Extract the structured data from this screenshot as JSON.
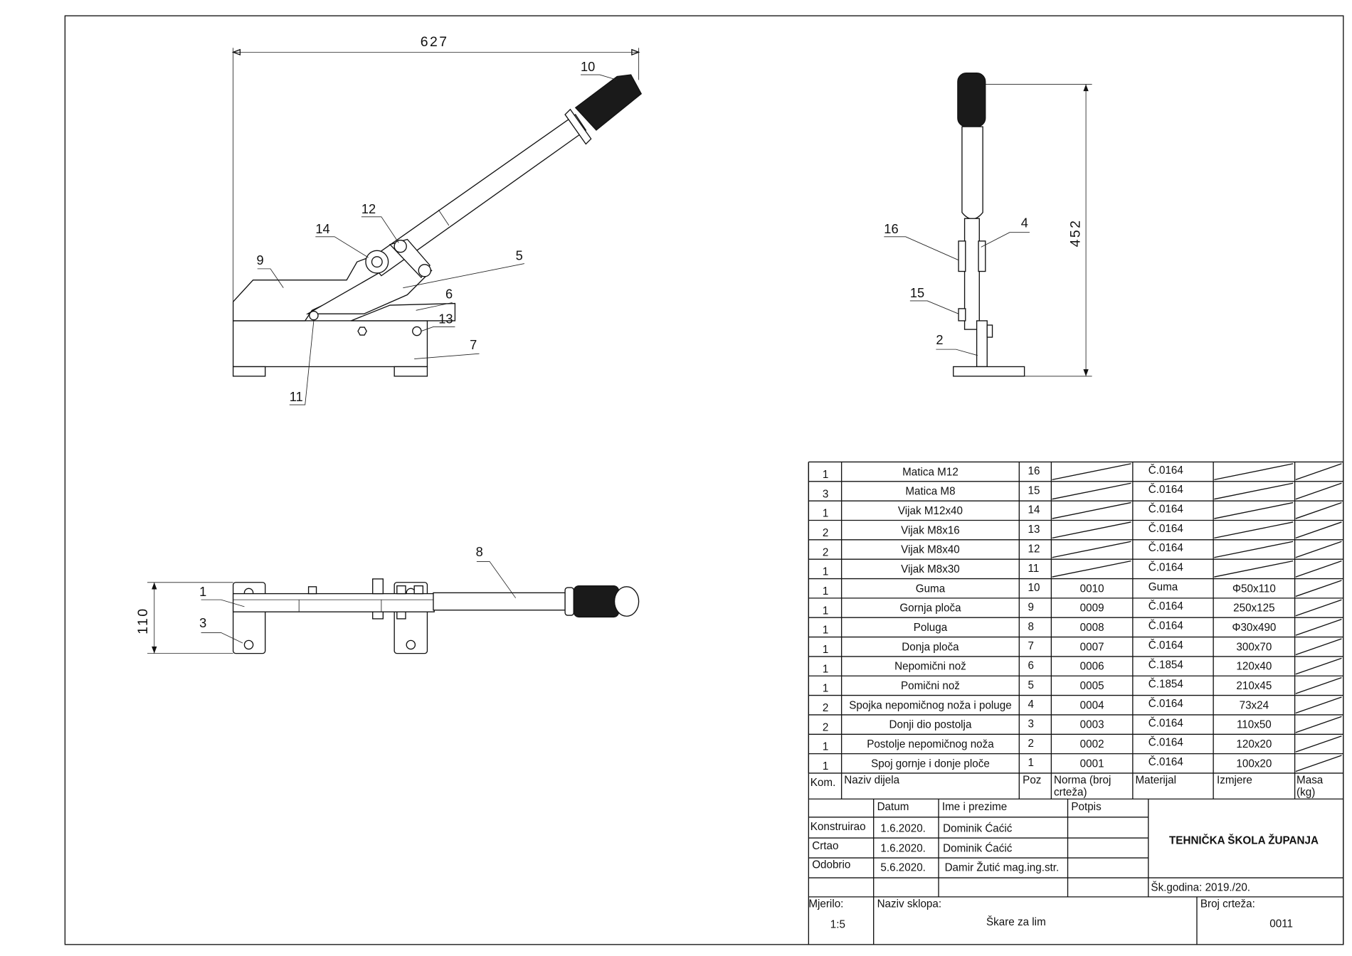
{
  "dimensions": {
    "overall_length": "627",
    "height": "452",
    "width": "110"
  },
  "balloons": [
    "1",
    "2",
    "3",
    "4",
    "5",
    "6",
    "7",
    "8",
    "9",
    "10",
    "11",
    "12",
    "13",
    "14",
    "15",
    "16"
  ],
  "parts_list": {
    "rows": [
      {
        "kom": "1",
        "naziv": "Matica M12",
        "poz": "16",
        "norma": "",
        "materijal": "Č.0164",
        "izmjere": "",
        "masa": ""
      },
      {
        "kom": "3",
        "naziv": "Matica M8",
        "poz": "15",
        "norma": "",
        "materijal": "Č.0164",
        "izmjere": "",
        "masa": ""
      },
      {
        "kom": "1",
        "naziv": "Vijak M12x40",
        "poz": "14",
        "norma": "",
        "materijal": "Č.0164",
        "izmjere": "",
        "masa": ""
      },
      {
        "kom": "2",
        "naziv": "Vijak M8x16",
        "poz": "13",
        "norma": "",
        "materijal": "Č.0164",
        "izmjere": "",
        "masa": ""
      },
      {
        "kom": "2",
        "naziv": "Vijak M8x40",
        "poz": "12",
        "norma": "",
        "materijal": "Č.0164",
        "izmjere": "",
        "masa": ""
      },
      {
        "kom": "1",
        "naziv": "Vijak M8x30",
        "poz": "11",
        "norma": "",
        "materijal": "Č.0164",
        "izmjere": "",
        "masa": ""
      },
      {
        "kom": "1",
        "naziv": "Guma",
        "poz": "10",
        "norma": "0010",
        "materijal": "Guma",
        "izmjere": "Φ50x110",
        "masa": ""
      },
      {
        "kom": "1",
        "naziv": "Gornja ploča",
        "poz": "9",
        "norma": "0009",
        "materijal": "Č.0164",
        "izmjere": "250x125",
        "masa": ""
      },
      {
        "kom": "1",
        "naziv": "Poluga",
        "poz": "8",
        "norma": "0008",
        "materijal": "Č.0164",
        "izmjere": "Φ30x490",
        "masa": ""
      },
      {
        "kom": "1",
        "naziv": "Donja ploča",
        "poz": "7",
        "norma": "0007",
        "materijal": "Č.0164",
        "izmjere": "300x70",
        "masa": ""
      },
      {
        "kom": "1",
        "naziv": "Nepomični nož",
        "poz": "6",
        "norma": "0006",
        "materijal": "Č.1854",
        "izmjere": "120x40",
        "masa": ""
      },
      {
        "kom": "1",
        "naziv": "Pomični nož",
        "poz": "5",
        "norma": "0005",
        "materijal": "Č.1854",
        "izmjere": "210x45",
        "masa": ""
      },
      {
        "kom": "2",
        "naziv": "Spojka nepomičnog noža i poluge",
        "poz": "4",
        "norma": "0004",
        "materijal": "Č.0164",
        "izmjere": "73x24",
        "masa": ""
      },
      {
        "kom": "2",
        "naziv": "Donji dio postolja",
        "poz": "3",
        "norma": "0003",
        "materijal": "Č.0164",
        "izmjere": "110x50",
        "masa": ""
      },
      {
        "kom": "1",
        "naziv": "Postolje nepomičnog noža",
        "poz": "2",
        "norma": "0002",
        "materijal": "Č.0164",
        "izmjere": "120x20",
        "masa": ""
      },
      {
        "kom": "1",
        "naziv": "Spoj gornje i donje ploče",
        "poz": "1",
        "norma": "0001",
        "materijal": "Č.0164",
        "izmjere": "100x20",
        "masa": ""
      }
    ],
    "headers": {
      "kom": "Kom.",
      "naziv": "Naziv dijela",
      "poz": "Poz",
      "norma_1": "Norma (broj",
      "norma_2": "crteža)",
      "materijal": "Materijal",
      "izmjere": "Izmjere",
      "masa_1": "Masa",
      "masa_2": "(kg)"
    }
  },
  "title_block": {
    "col_datum": "Datum",
    "col_ime": "Ime i prezime",
    "col_potpis": "Potpis",
    "konstruirao": {
      "label": "Konstruirao",
      "datum": "1.6.2020.",
      "ime": "Dominik Ćaćić"
    },
    "crtao": {
      "label": "Crtao",
      "datum": "1.6.2020.",
      "ime": "Dominik Ćaćić"
    },
    "odobrio": {
      "label": "Odobrio",
      "datum": "5.6.2020.",
      "ime": "Damir Žutić mag.ing.str."
    },
    "school": "TEHNIČKA ŠKOLA ŽUPANJA",
    "school_year": "Šk.godina: 2019./20.",
    "mjerilo_label": "Mjerilo:",
    "mjerilo": "1:5",
    "naziv_sklopa_label": "Naziv sklopa:",
    "naziv_sklopa": "Škare za lim",
    "broj_crteza_label": "Broj crteža:",
    "broj_crteza": "0011"
  }
}
